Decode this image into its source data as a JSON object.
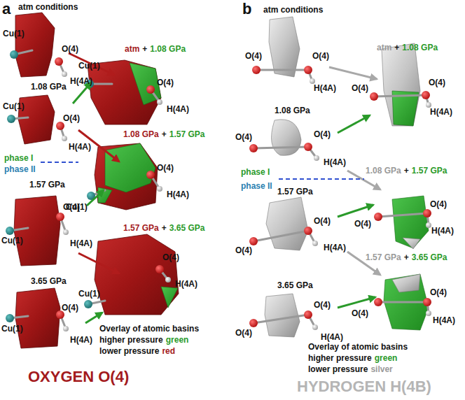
{
  "diagram": {
    "labels": [
      "a",
      "atm conditions",
      "Cu(1)",
      "O(4)",
      "H(4A)",
      "atm",
      "+",
      "1.08 GPa",
      "Cu(1)",
      "O(4)",
      "H(4A)",
      "1.08 GPa",
      "Cu(1)",
      "O(4)",
      "H(4A)",
      "1.08 GPa",
      "+",
      "1.57 GPa",
      "phase I",
      "phase II",
      "Cu(1)",
      "O(4)",
      "H(4A)",
      "1.57 GPa",
      "Cu(1)",
      "O(4)",
      "H(4A)",
      "1.57 GPa",
      "+",
      "3.65 GPa",
      "O(4)",
      "H(4A)",
      "Cu(1)",
      "3.65 GPa",
      "Cu(1)",
      "O(4)",
      "H(4A)",
      "Overlay of atomic basins",
      "higher pressure",
      "green",
      "lower pressure",
      "red",
      "OXYGEN O(4)",
      "b",
      "atm conditions",
      "O(4)",
      "O(4)",
      "H(4A)",
      "atm",
      "+",
      "1.08 GPa",
      "O(4)",
      "O(4)",
      "H(4A)",
      "1.08 GPa",
      "O(4)",
      "O(4)",
      "H(4A)",
      "1.08 GPa",
      "+",
      "1.57 GPa",
      "phase I",
      "phase II",
      "1.57 GPa",
      "O(4)",
      "O(4)",
      "H(4A)",
      "O(4)",
      "O(4)",
      "H(4A)",
      "1.57 GPa",
      "+",
      "3.65 GPa",
      "3.65 GPa",
      "O(4)",
      "O(4)",
      "H(4A)",
      "O(4)",
      "O(4)",
      "H(4A)",
      "Overlay of atomic basins",
      "higher pressure",
      "green",
      "lower pressure",
      "silver",
      "HYDROGEN H(4B)"
    ]
  }
}
